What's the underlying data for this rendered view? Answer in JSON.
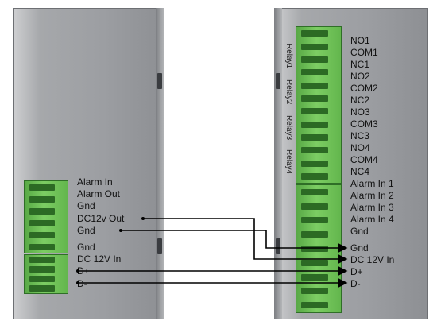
{
  "left_device": {
    "labels": [
      "Alarm In",
      "Alarm Out",
      "Gnd",
      "DC12v Out",
      "Gnd",
      "Gnd",
      "DC 12V In",
      "D+",
      "D-"
    ]
  },
  "right_device": {
    "relay_groups": [
      "Relay1",
      "Relay2",
      "Relay3",
      "Relay4"
    ],
    "labels": [
      "NO1",
      "COM1",
      "NC1",
      "NO2",
      "COM2",
      "NC2",
      "NO3",
      "COM3",
      "NC3",
      "NO4",
      "COM4",
      "NC4",
      "Alarm In 1",
      "Alarm In 2",
      "Alarm In 3",
      "Alarm In 4",
      "Gnd",
      "Gnd",
      "DC 12V In",
      "D+",
      "D-"
    ]
  },
  "wires": [
    {
      "from": "DC12v Out",
      "to": "DC 12V In"
    },
    {
      "from": "Gnd",
      "to": "Gnd"
    },
    {
      "from": "D+",
      "to": "D+"
    },
    {
      "from": "D-",
      "to": "D-"
    }
  ],
  "colors": {
    "terminal": "#6cc255",
    "wire": "#000000"
  }
}
